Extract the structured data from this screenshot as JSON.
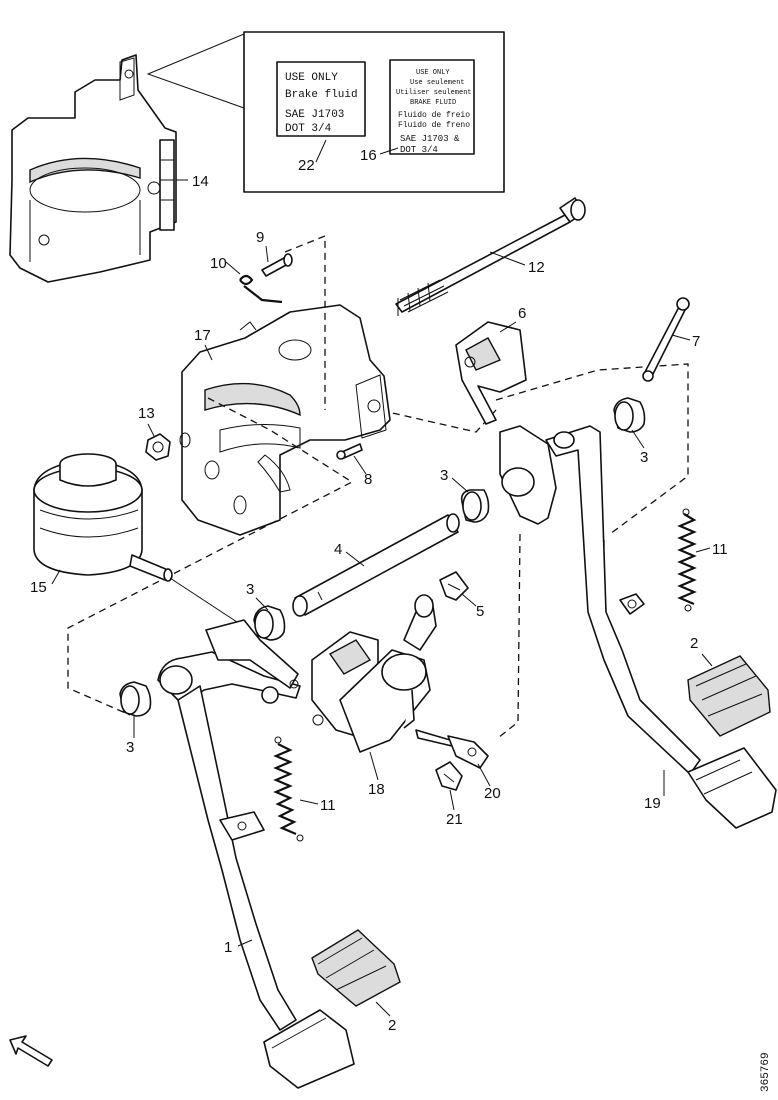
{
  "diagram": {
    "drawing_number": "365769",
    "callouts": {
      "c1": "1",
      "c2a": "2",
      "c2b": "2",
      "c3a": "3",
      "c3b": "3",
      "c3c": "3",
      "c3d": "3",
      "c4": "4",
      "c5": "5",
      "c6": "6",
      "c7": "7",
      "c8": "8",
      "c9": "9",
      "c10": "10",
      "c11a": "11",
      "c11b": "11",
      "c12": "12",
      "c13": "13",
      "c14": "14",
      "c15": "15",
      "c16": "16",
      "c17": "17",
      "c18": "18",
      "c19": "19",
      "c20": "20",
      "c21": "21",
      "c22": "22"
    },
    "label_22": {
      "line1": "USE ONLY",
      "line2": "Brake fluid",
      "line3": "SAE J1703",
      "line4": "DOT 3/4"
    },
    "label_16": {
      "line1": "USE ONLY",
      "line2": "Use seulement",
      "line3": "Utiliser seulement",
      "line4": "BRAKE FLUID",
      "line5": "Fluido de freio",
      "line6": "Fluido de freno",
      "line7": "SAE J1703 &",
      "line8": "DOT 3/4"
    }
  }
}
